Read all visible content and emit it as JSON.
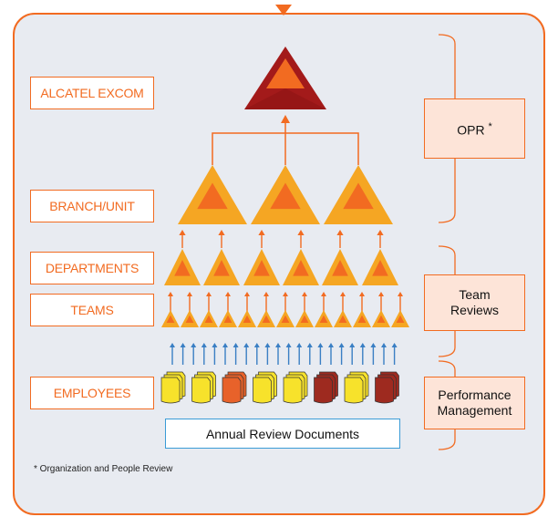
{
  "levels": {
    "excom": "ALCATEL EXCOM",
    "branch": "BRANCH/UNIT",
    "departments": "DEPARTMENTS",
    "teams": "TEAMS",
    "employees": "EMPLOYEES"
  },
  "reviews": {
    "opr": "OPR",
    "opr_mark": "*",
    "team_reviews_line1": "Team",
    "team_reviews_line2": "Reviews",
    "performance_line1": "Performance",
    "performance_line2": "Management"
  },
  "annual_review_label": "Annual Review Documents",
  "footnote": "* Organization and People Review",
  "colors": {
    "accent": "#f26b21",
    "triangle_outer": "#f5a623",
    "triangle_inner": "#f26b21",
    "top_outer": "#a31a1a",
    "arrow_blue": "#3a7fc4",
    "doc_yellow": "#f7e22b",
    "doc_orange": "#e8622a",
    "doc_red": "#9e2a1f"
  },
  "document_colors": [
    "yellow",
    "yellow",
    "orange",
    "yellow",
    "yellow",
    "red",
    "yellow",
    "red"
  ]
}
